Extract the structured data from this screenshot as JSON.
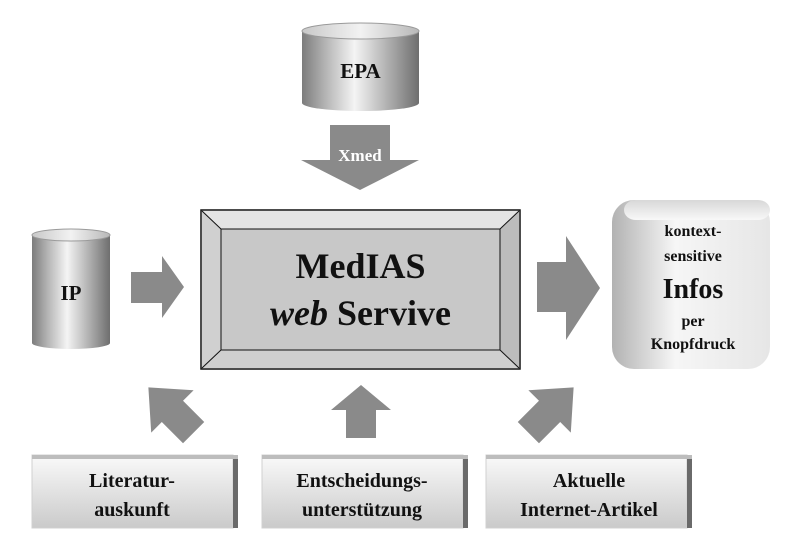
{
  "nodes": {
    "epa": {
      "label": "EPA"
    },
    "ip": {
      "label": "IP"
    },
    "center": {
      "line1": "MedIAS",
      "line2_italic": "web",
      "line2_rest": "Servive"
    },
    "infos": {
      "line1": "kontext-",
      "line2": "sensitive",
      "line3": "Infos",
      "line4": "per",
      "line5": "Knopfdruck"
    },
    "literatur": {
      "line1": "Literatur-",
      "line2": "auskunft"
    },
    "entscheidung": {
      "line1": "Entscheidungs-",
      "line2": "unterstützung"
    },
    "aktuelle": {
      "line1": "Aktuelle",
      "line2": "Internet-Artikel"
    }
  },
  "arrows": {
    "xmed": {
      "label": "Xmed"
    }
  },
  "colors": {
    "frame": "#d4d4d4",
    "panel": "#c8c8c8",
    "arrow": "#8a8a8a",
    "text": "#111111"
  }
}
